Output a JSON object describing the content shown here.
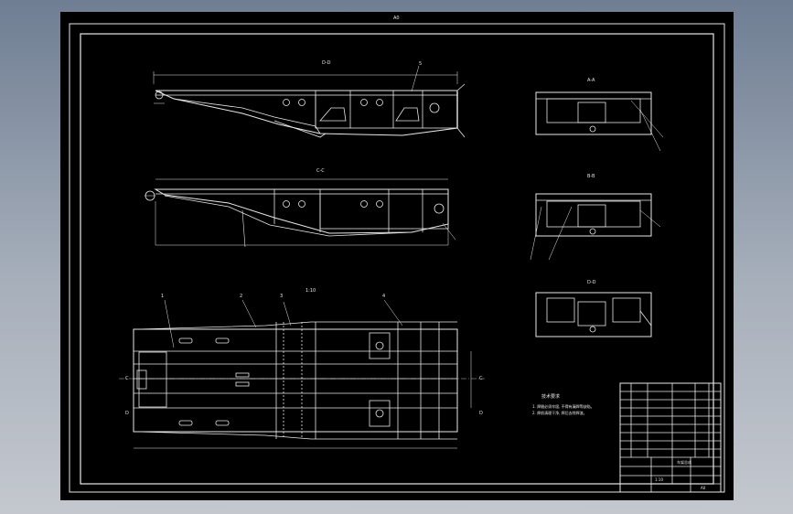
{
  "drawing": {
    "top_mark": "A0",
    "section_titles": {
      "dd": "D-D",
      "cc": "C-C",
      "aa": "A-A",
      "bb": "B-B",
      "dd2": "D-D"
    },
    "view_label_plan": "1:10",
    "notes_title": "技术要求",
    "notes": [
      "1. 焊缝必须牢固, 不得有漏焊等缺陷。",
      "2. 焊前清理干净, 焊后去除焊渣。"
    ],
    "cut_marks": [
      "C",
      "C",
      "D",
      "D"
    ],
    "callouts": [
      "1",
      "2",
      "3",
      "4",
      "5"
    ],
    "title_block": {
      "drawing_name": "车架总成",
      "scale": "1:10",
      "sheet": "A0"
    }
  }
}
